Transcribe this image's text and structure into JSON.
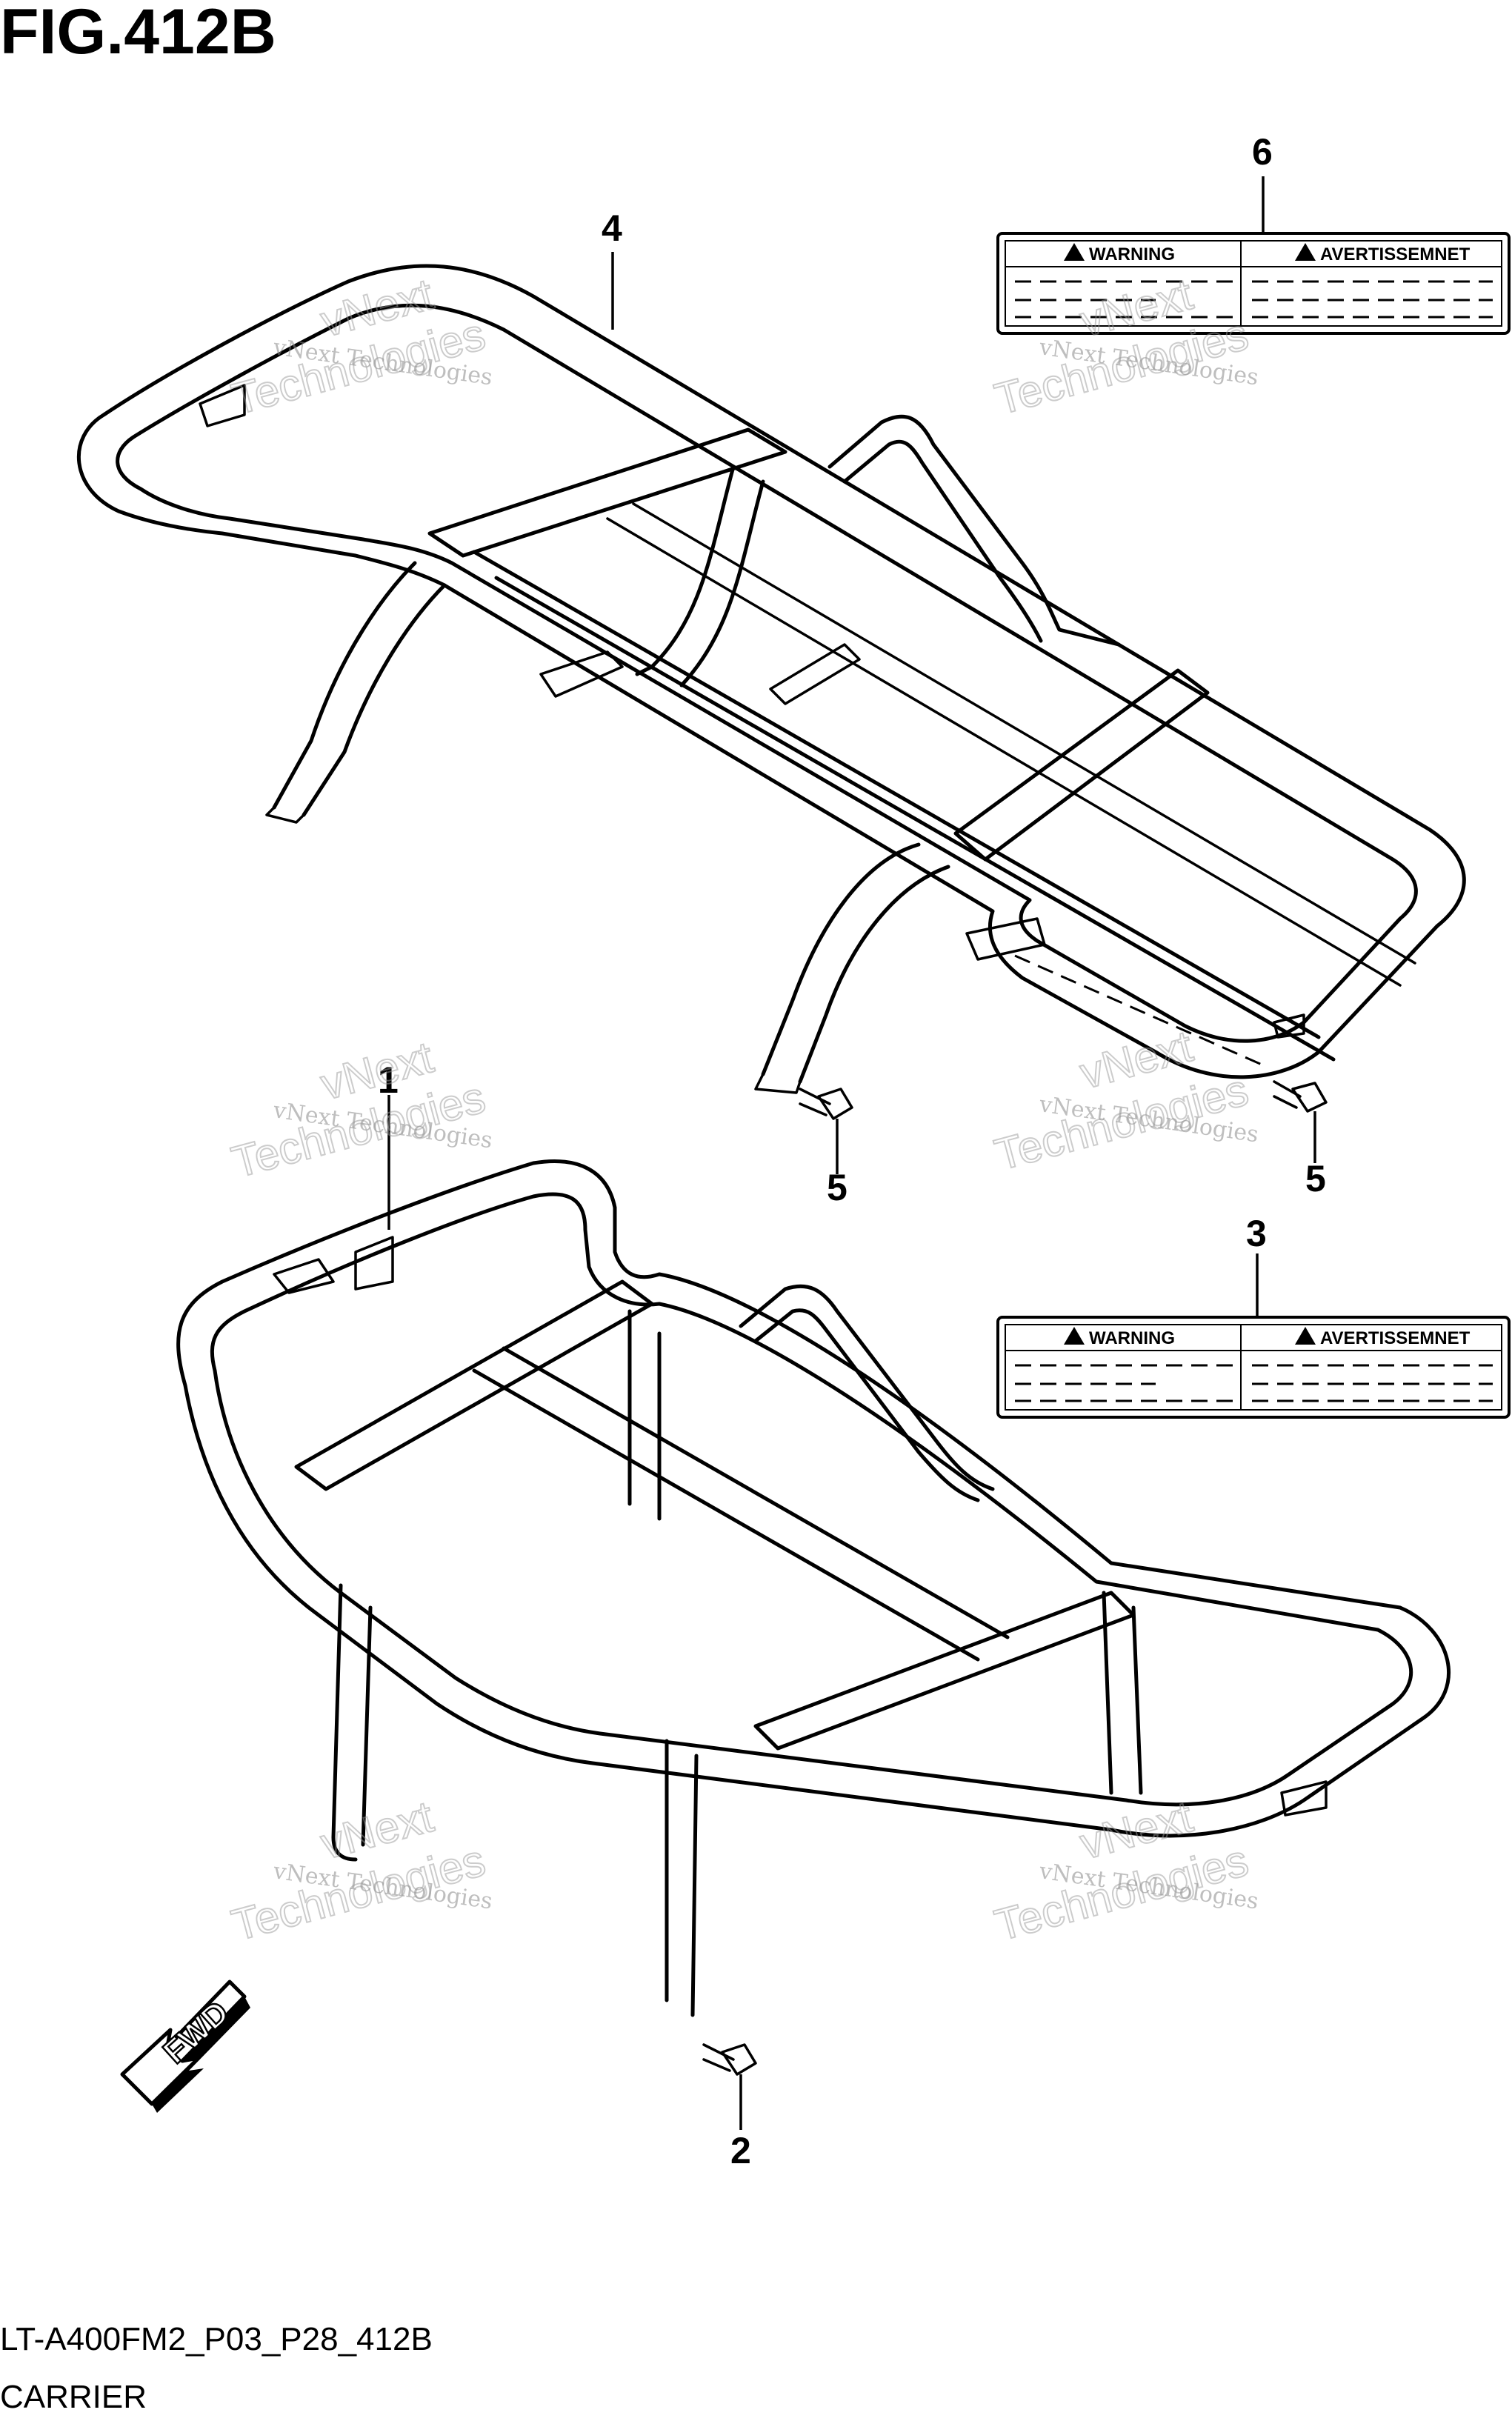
{
  "figure": {
    "title": "FIG.412B",
    "code": "LT-A400FM2_P03_P28_412B",
    "name": "CARRIER"
  },
  "callouts": {
    "c1": "1",
    "c2": "2",
    "c3": "3",
    "c4": "4",
    "c5a": "5",
    "c5b": "5",
    "c6": "6"
  },
  "labels": {
    "warning": "WARNING",
    "avertissement": "AVERTISSEMNET"
  },
  "arrow": {
    "text": "FWD"
  },
  "watermark": {
    "line1": "vNext Technologies",
    "line2": "Technologies",
    "line3": "vNext"
  }
}
